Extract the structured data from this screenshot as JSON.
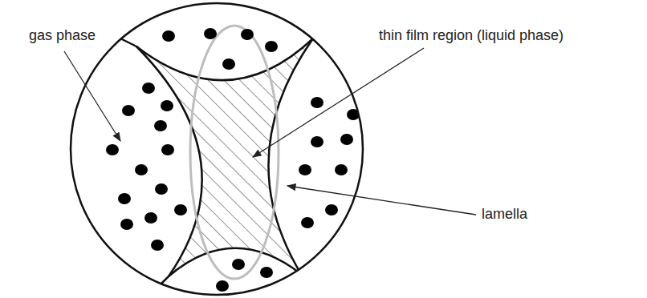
{
  "diagram": {
    "labels": [
      "gas phase",
      "thin film region (liquid phase)",
      "lamella"
    ]
  }
}
